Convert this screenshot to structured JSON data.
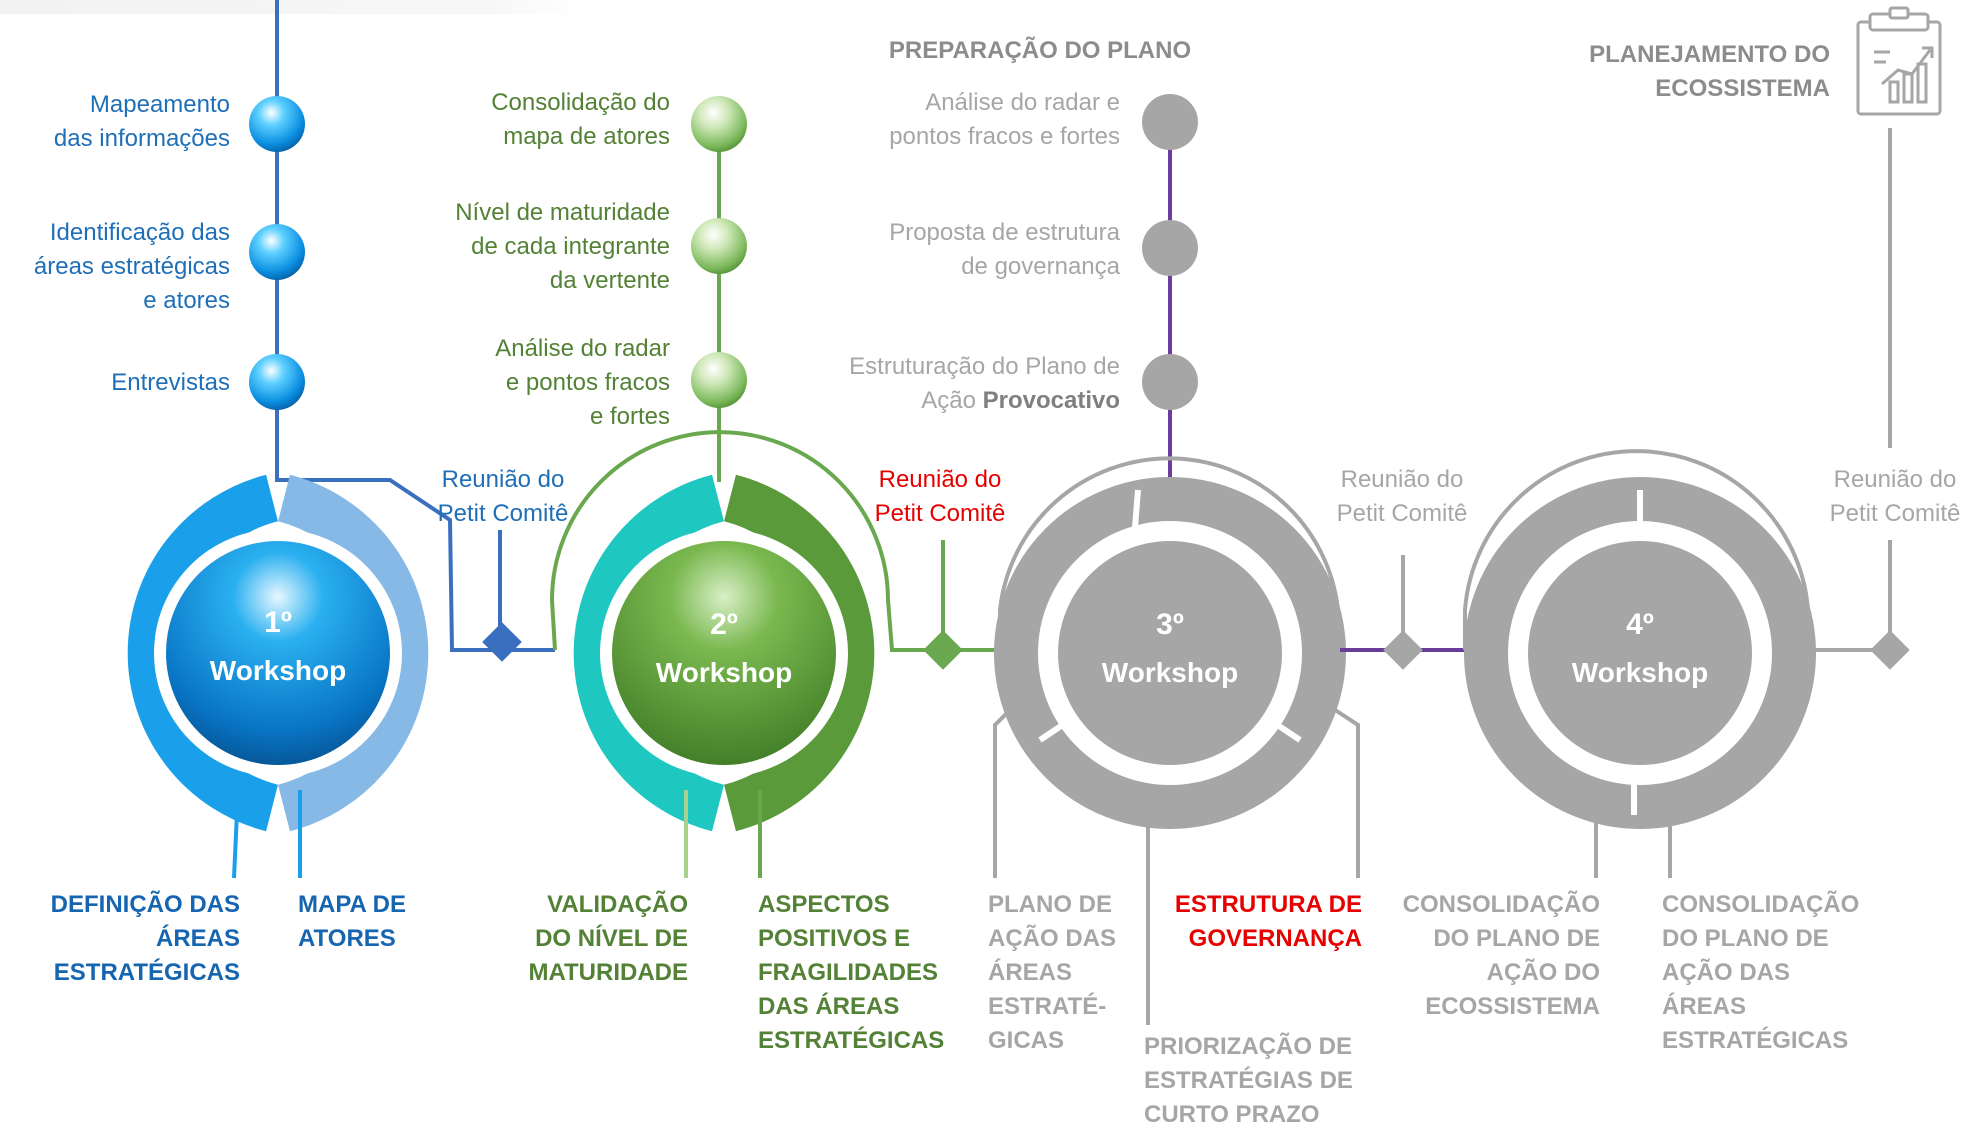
{
  "colors": {
    "blue": "#1f6fb8",
    "blue_line": "#3a6fc0",
    "blue_text_bold": "#1565b0",
    "green": "#6aa84f",
    "green_text": "#538135",
    "teal": "#1ec8c0",
    "gray": "#a6a6a6",
    "gray_text": "#8c8c8c",
    "gray_dark_text": "#7f7f7f",
    "purple": "#6a3d9a",
    "red": "#e60000"
  },
  "workshops": [
    {
      "num": "1º",
      "label": "Workshop"
    },
    {
      "num": "2º",
      "label": "Workshop"
    },
    {
      "num": "3º",
      "label": "Workshop"
    },
    {
      "num": "4º",
      "label": "Workshop"
    }
  ],
  "stage1": {
    "steps": [
      [
        "Mapeamento",
        "das informações"
      ],
      [
        "Identificação das",
        "áreas estratégicas",
        "e atores"
      ],
      [
        "Entrevistas"
      ]
    ],
    "outputs": [
      [
        "DEFINIÇÃO DAS",
        "ÁREAS",
        "ESTRATÉGICAS"
      ],
      [
        "MAPA DE",
        "ATORES"
      ]
    ]
  },
  "stage2": {
    "steps": [
      [
        "Consolidação do",
        "mapa de atores"
      ],
      [
        "Nível de maturidade",
        "de cada integrante",
        "da vertente"
      ],
      [
        "Análise do radar",
        "e pontos fracos",
        "e fortes"
      ]
    ],
    "outputs": [
      [
        "VALIDAÇÃO",
        "DO NÍVEL DE",
        "MATURIDADE"
      ],
      [
        "ASPECTOS",
        "POSITIVOS E",
        "FRAGILIDADES",
        "DAS ÁREAS",
        "ESTRATÉGICAS"
      ]
    ]
  },
  "stage3": {
    "heading": "PREPARAÇÃO DO PLANO",
    "steps": [
      [
        "Análise do radar e",
        "pontos fracos e fortes"
      ],
      [
        "Proposta de estrutura",
        "de governança"
      ],
      [
        "Estruturação do Plano de"
      ]
    ],
    "step3_line2_prefix": "Ação ",
    "step3_line2_bold": "Provocativo",
    "outputs": [
      [
        "PLANO DE",
        "AÇÃO DAS",
        "ÁREAS",
        "ESTRATÉ-",
        "GICAS"
      ],
      [
        "ESTRUTURA DE",
        "GOVERNANÇA"
      ],
      [
        "PRIORIZAÇÃO DE",
        "ESTRATÉGIAS DE",
        "CURTO PRAZO"
      ]
    ]
  },
  "stage4": {
    "heading": [
      "PLANEJAMENTO DO",
      "ECOSSISTEMA"
    ],
    "outputs": [
      [
        "CONSOLIDAÇÃO",
        "DO PLANO DE",
        "AÇÃO DO",
        "ECOSSISTEMA"
      ],
      [
        "CONSOLIDAÇÃO",
        "DO PLANO DE",
        "AÇÃO DAS",
        "ÁREAS",
        "ESTRATÉGICAS"
      ]
    ]
  },
  "meetings": [
    [
      "Reunião do",
      "Petit Comitê"
    ],
    [
      "Reunião do",
      "Petit Comitê"
    ],
    [
      "Reunião do",
      "Petit Comitê"
    ],
    [
      "Reunião do",
      "Petit Comitê"
    ]
  ],
  "icons": [
    "clipboard-chart-icon"
  ]
}
